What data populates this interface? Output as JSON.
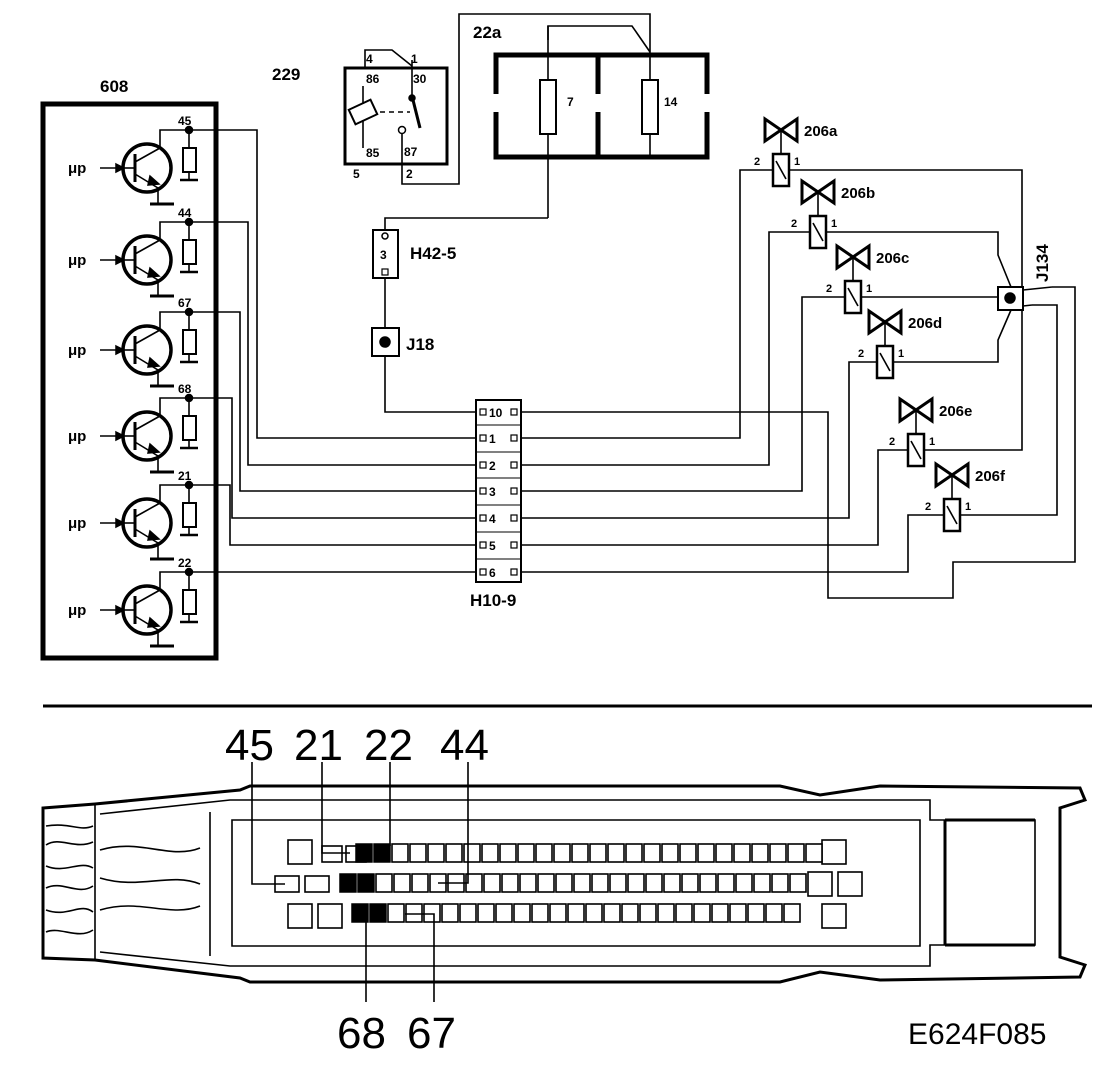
{
  "labels": {
    "ecu": "608",
    "relay": "229",
    "fusebox": "22a",
    "fuse_a": "7",
    "fuse_b": "14",
    "plug_h42": "H42-5",
    "plug_h42_pin": "3",
    "splice_j18": "J18",
    "connector": "H10-9",
    "splice_j134": "J134",
    "drawing_ref": "E624F085"
  },
  "relay_pins": {
    "p4": "4",
    "p1": "1",
    "p86": "86",
    "p30": "30",
    "p85": "85",
    "p87": "87",
    "p5": "5",
    "p2": "2"
  },
  "driver_stages": [
    {
      "pin": "45",
      "input": "μp"
    },
    {
      "pin": "44",
      "input": "μp"
    },
    {
      "pin": "67",
      "input": "μp"
    },
    {
      "pin": "68",
      "input": "μp"
    },
    {
      "pin": "21",
      "input": "μp"
    },
    {
      "pin": "22",
      "input": "μp"
    }
  ],
  "connector_pins": [
    "10",
    "1",
    "2",
    "3",
    "4",
    "5",
    "6"
  ],
  "injectors": [
    {
      "label": "206a",
      "pin_a": "2",
      "pin_b": "1"
    },
    {
      "label": "206b",
      "pin_a": "2",
      "pin_b": "1"
    },
    {
      "label": "206c",
      "pin_a": "2",
      "pin_b": "1"
    },
    {
      "label": "206d",
      "pin_a": "2",
      "pin_b": "1"
    },
    {
      "label": "206e",
      "pin_a": "2",
      "pin_b": "1"
    },
    {
      "label": "206f",
      "pin_a": "2",
      "pin_b": "1"
    }
  ],
  "pinout_top": [
    "45",
    "21",
    "22",
    "44"
  ],
  "pinout_bottom": [
    "68",
    "67"
  ]
}
